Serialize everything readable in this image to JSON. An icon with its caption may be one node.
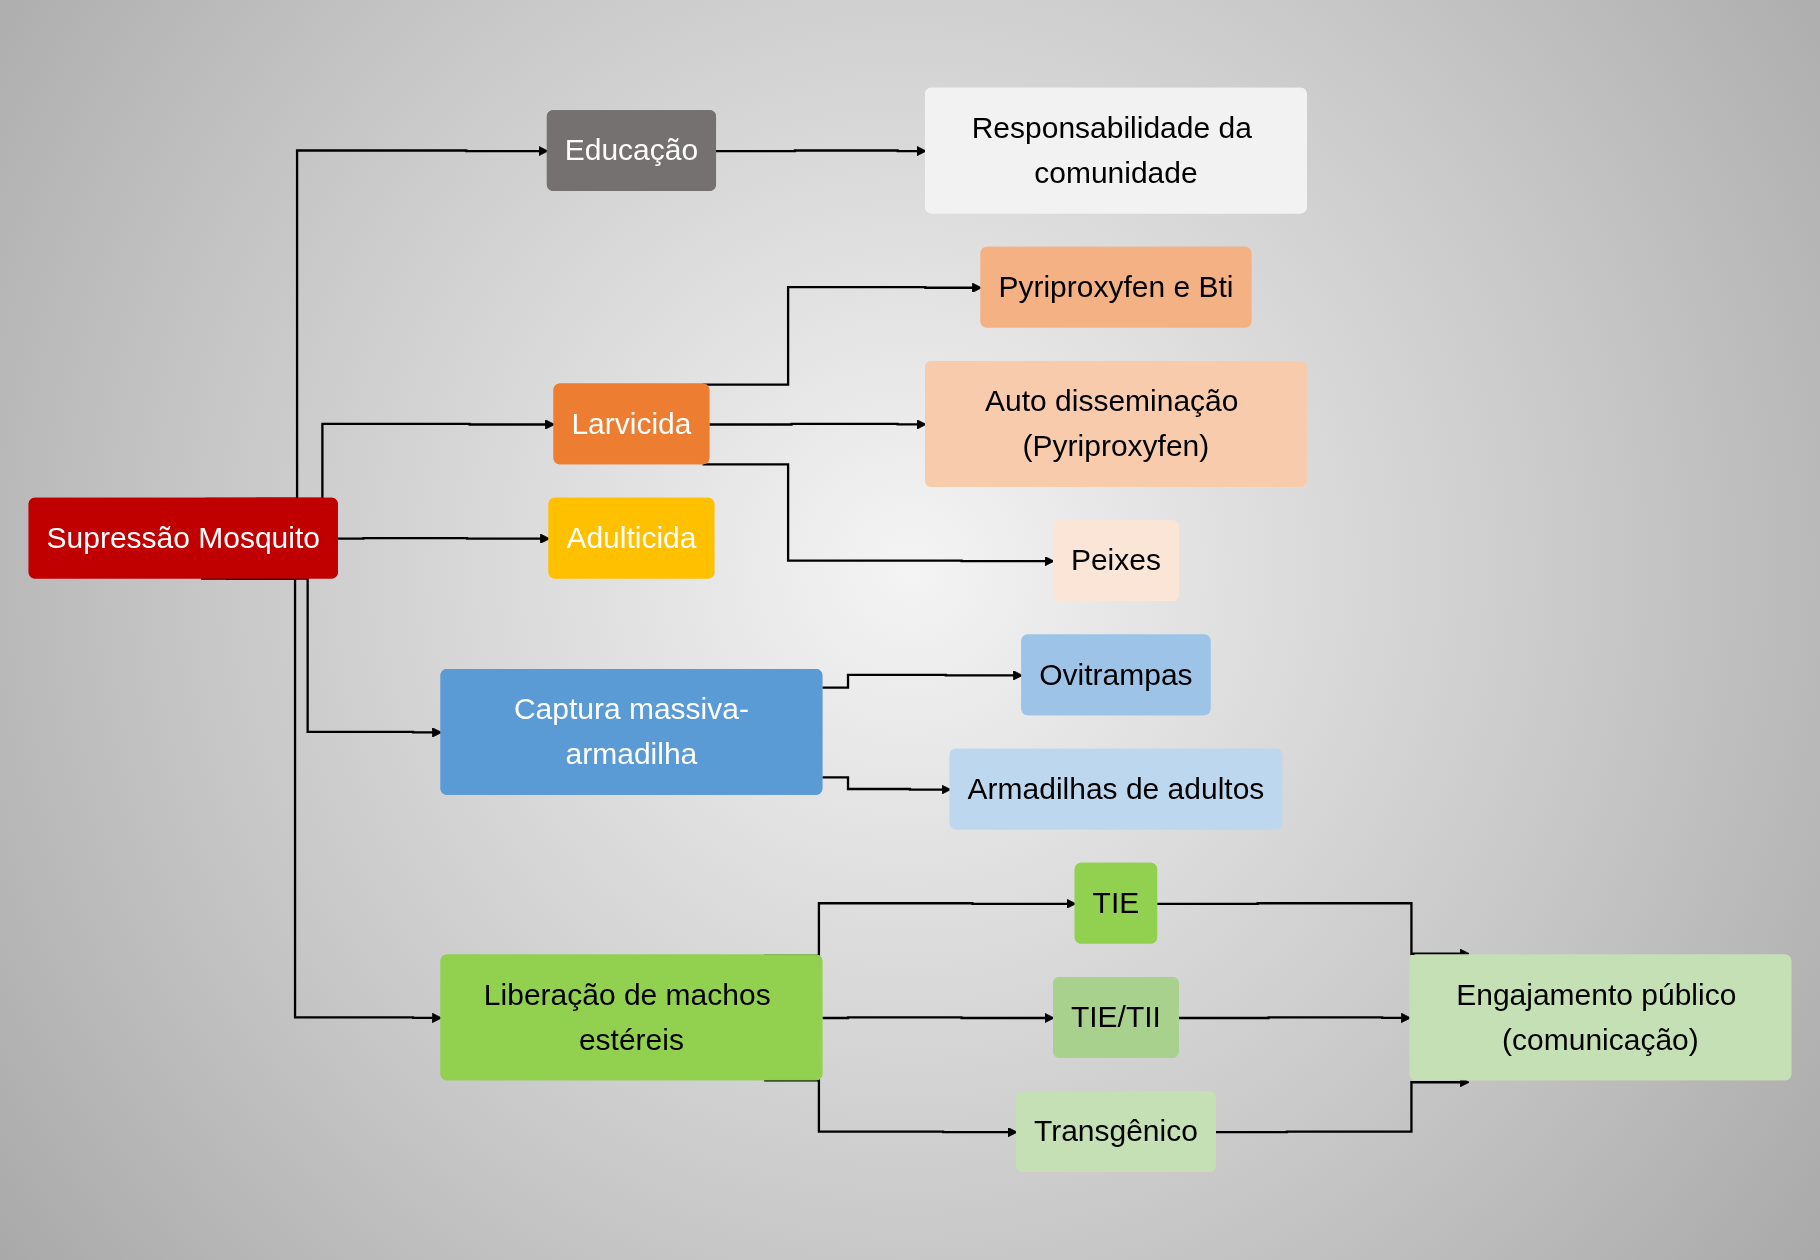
{
  "diagram": {
    "nodes": [
      {
        "text": [
          "Supressão Mosquito"
        ]
      },
      {
        "text": [
          "Educação"
        ]
      },
      {
        "text": [
          "Responsabilidade da comunidade"
        ]
      },
      {
        "text": [
          "Larvicida"
        ]
      },
      {
        "text": [
          "Pyriproxyfen e Bti"
        ]
      },
      {
        "text": [
          "Auto disseminação (Pyriproxyfen)"
        ]
      },
      {
        "text": [
          "Peixes"
        ]
      },
      {
        "text": [
          "Adulticida"
        ]
      },
      {
        "text": [
          "Captura massiva-armadilha"
        ]
      },
      {
        "text": [
          "Ovitrampas"
        ]
      },
      {
        "text": [
          "Armadilhas de adultos"
        ]
      },
      {
        "text": [
          "Liberação de machos estéreis"
        ]
      },
      {
        "text": [
          "TIE"
        ]
      },
      {
        "text": [
          "TIE/TII"
        ]
      },
      {
        "text": [
          "Transgênico"
        ]
      },
      {
        "text": [
          "Engajamento público (comunicação)"
        ]
      }
    ],
    "edges": [
      {
        "from": 0,
        "to": 1,
        "arrow": "to"
      },
      {
        "from": 0,
        "to": 3,
        "arrow": "to"
      },
      {
        "from": 0,
        "to": 7,
        "arrow": "to"
      },
      {
        "from": 0,
        "to": 8,
        "arrow": "to"
      },
      {
        "from": 0,
        "to": 11,
        "arrow": "to"
      },
      {
        "from": 1,
        "to": 2,
        "arrow": "to"
      },
      {
        "from": 3,
        "to": 4,
        "arrow": "to"
      },
      {
        "from": 3,
        "to": 5,
        "arrow": "to"
      },
      {
        "from": 3,
        "to": 6,
        "arrow": "to"
      },
      {
        "from": 8,
        "to": 9,
        "arrow": "to"
      },
      {
        "from": 8,
        "to": 10,
        "arrow": "to"
      },
      {
        "from": 11,
        "to": 12,
        "arrow": "to"
      },
      {
        "from": 11,
        "to": 13,
        "arrow": "to"
      },
      {
        "from": 11,
        "to": 14,
        "arrow": "to"
      },
      {
        "from": 12,
        "to": 15,
        "arrow": "to"
      },
      {
        "from": 13,
        "to": 15,
        "arrow": "to"
      },
      {
        "from": 14,
        "to": 15,
        "arrow": "to"
      }
    ]
  }
}
